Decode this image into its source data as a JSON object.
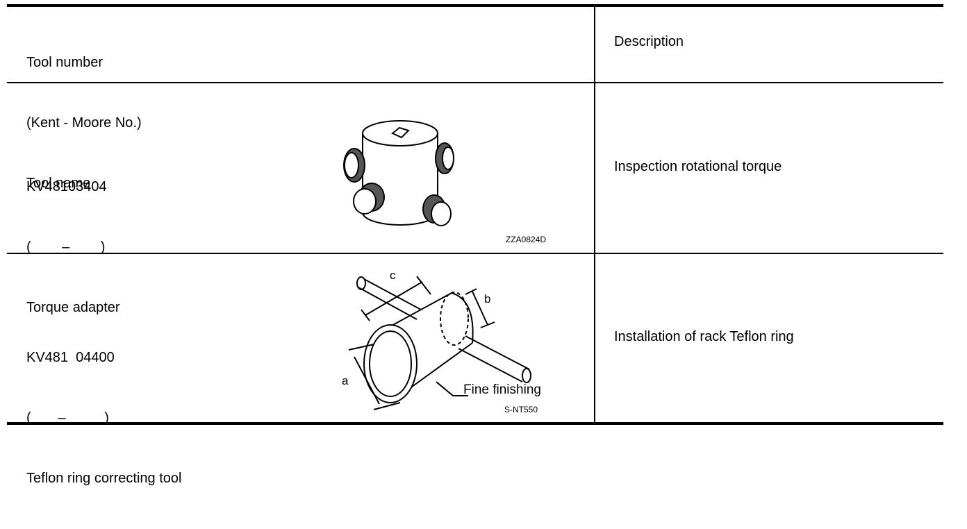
{
  "header": {
    "tool_lines": [
      "Tool number",
      "(Kent - Moore No.)",
      "Tool name"
    ],
    "description": "Description"
  },
  "rows": [
    {
      "tool_number": "KV48103404",
      "kent_moore": "(        –        )",
      "tool_name": "Torque adapter",
      "figure_code": "ZZA0824D",
      "description": "Inspection rotational torque"
    },
    {
      "tool_number": "KV481  04400",
      "kent_moore": "(       –          )",
      "tool_name": "Teflon ring correcting tool",
      "figure_code": "S-NT550",
      "figure_labels": {
        "a": "a",
        "b": "b",
        "c": "c",
        "finish": "Fine finishing"
      },
      "description": "Installation of rack Teflon ring"
    }
  ]
}
